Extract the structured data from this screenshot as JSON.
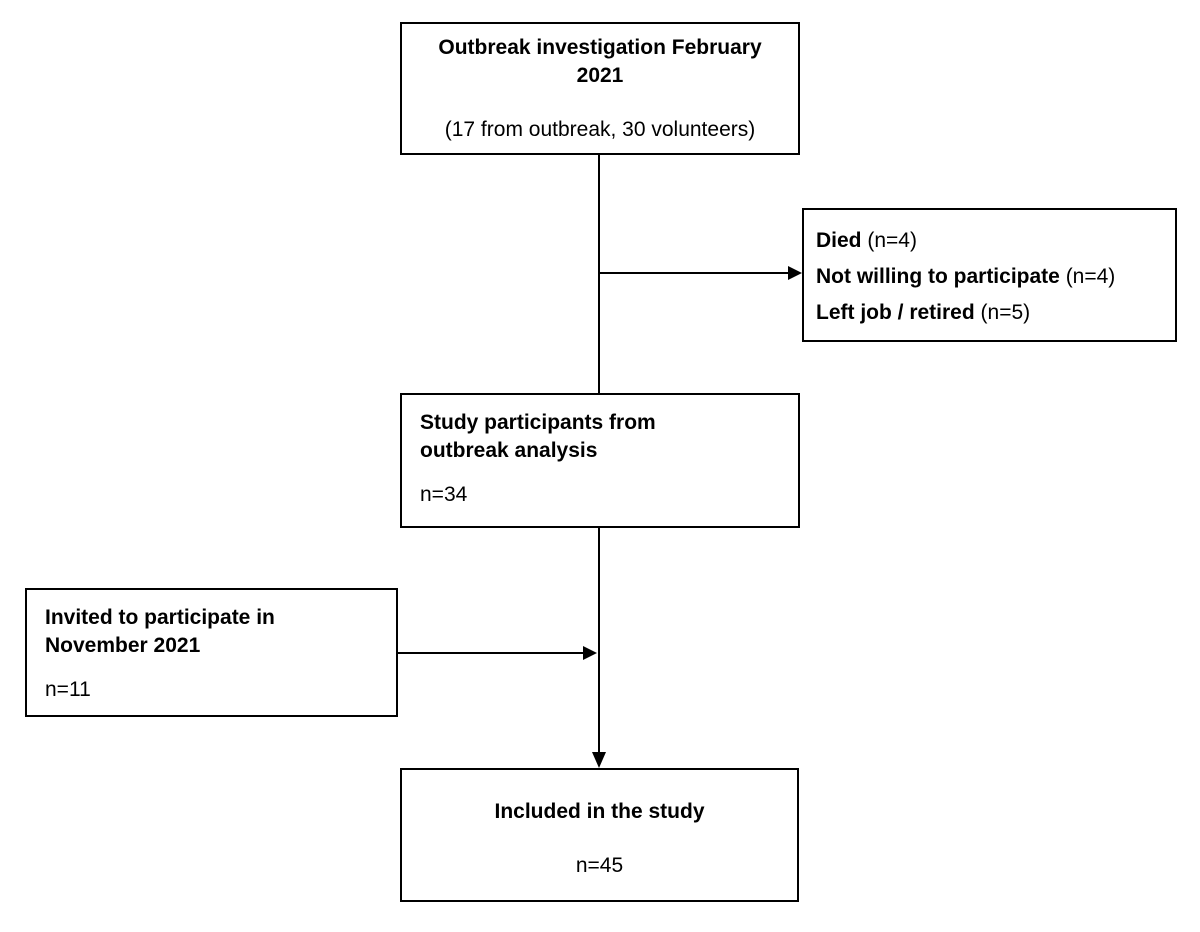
{
  "flowchart": {
    "outbreak_box": {
      "title": "Outbreak investigation February\n2021",
      "subtitle": "(17 from outbreak, 30 volunteers)"
    },
    "excluded_box": {
      "items": [
        {
          "label": "Died",
          "count": "(n=4)"
        },
        {
          "label": "Not willing to participate",
          "count": "(n=4)"
        },
        {
          "label": "Left job / retired",
          "count": "(n=5)"
        }
      ]
    },
    "participants_box": {
      "title": "Study participants from\noutbreak analysis",
      "count": "n=34"
    },
    "invited_box": {
      "title": "Invited to participate in\nNovember 2021",
      "count": "n=11"
    },
    "included_box": {
      "title": "Included in the study",
      "count": "n=45"
    }
  }
}
